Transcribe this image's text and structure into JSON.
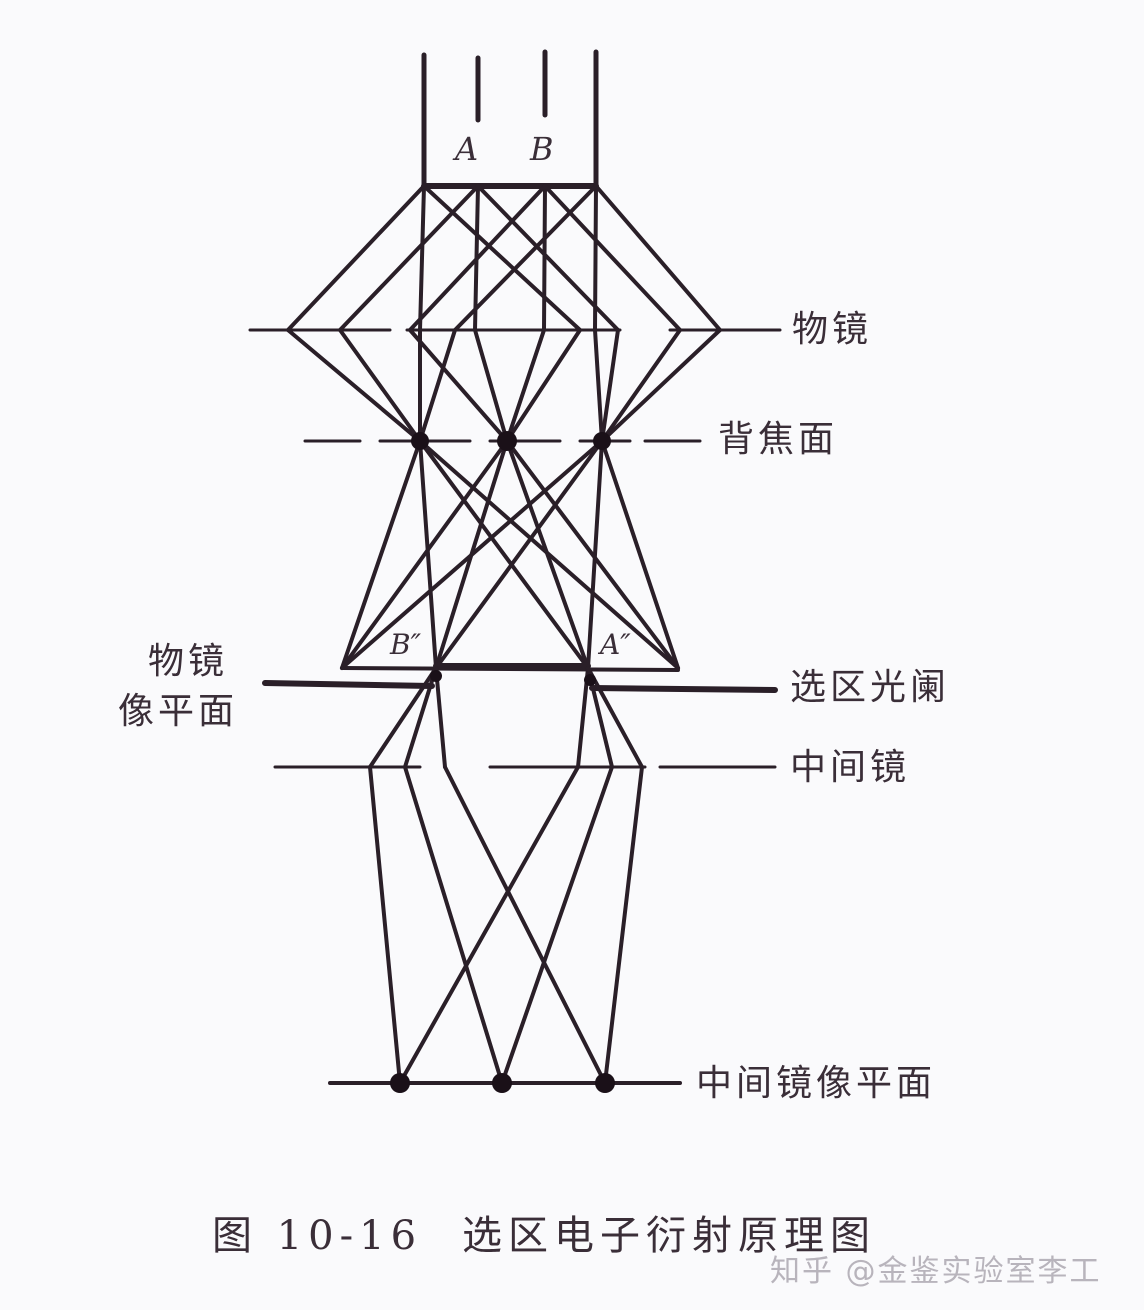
{
  "points": {
    "A": "A",
    "B": "B",
    "A_image": "A″",
    "B_image": "B″"
  },
  "labels": {
    "objective_lens": "物镜",
    "back_focal_plane": "背焦面",
    "objective_image_plane_line1": "物镜",
    "objective_image_plane_line2": "像平面",
    "selected_area_aperture": "选区光阑",
    "intermediate_lens": "中间镜",
    "intermediate_image_plane": "中间镜像平面"
  },
  "caption": {
    "number": "图 10-16",
    "title": "选区电子衍射原理图"
  },
  "watermark": "知乎 @金鉴实验室李工",
  "colors": {
    "background": "#fafafc",
    "line": "#2a1f28",
    "text": "#3a2e38",
    "watermark": "#b8b4bc"
  }
}
